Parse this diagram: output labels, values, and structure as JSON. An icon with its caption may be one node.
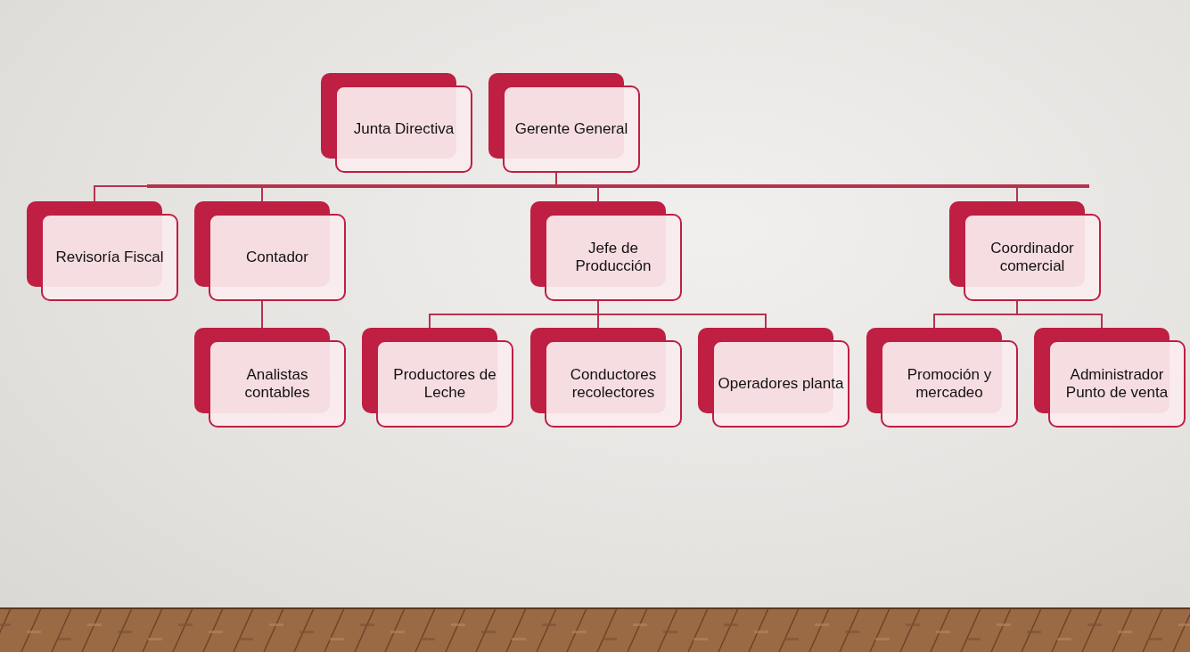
{
  "diagram": {
    "nodes": [
      {
        "text": [
          "Junta Directiva"
        ]
      },
      {
        "text": [
          "Gerente General"
        ]
      },
      {
        "text": [
          "Revisoría Fiscal"
        ]
      },
      {
        "text": [
          "Contador"
        ]
      },
      {
        "text": [
          "Jefe de Producción"
        ]
      },
      {
        "text": [
          "Coordinador comercial"
        ]
      },
      {
        "text": [
          "Analistas contables"
        ]
      },
      {
        "text": [
          "Productores de Leche"
        ]
      },
      {
        "text": [
          "Conductores recolectores"
        ]
      },
      {
        "text": [
          "Operadores planta"
        ]
      },
      {
        "text": [
          "Promoción y mercadeo"
        ]
      },
      {
        "text": [
          "Administrador Punto de venta"
        ]
      }
    ],
    "edges": [
      {
        "from": 1,
        "to": 2,
        "arrow": "none"
      },
      {
        "from": 1,
        "to": 3,
        "arrow": "none"
      },
      {
        "from": 1,
        "to": 4,
        "arrow": "none"
      },
      {
        "from": 1,
        "to": 5,
        "arrow": "none"
      },
      {
        "from": 3,
        "to": 6,
        "arrow": "none"
      },
      {
        "from": 4,
        "to": 7,
        "arrow": "none"
      },
      {
        "from": 4,
        "to": 8,
        "arrow": "none"
      },
      {
        "from": 4,
        "to": 9,
        "arrow": "none"
      },
      {
        "from": 5,
        "to": 10,
        "arrow": "none"
      },
      {
        "from": 5,
        "to": 11,
        "arrow": "none"
      }
    ]
  }
}
